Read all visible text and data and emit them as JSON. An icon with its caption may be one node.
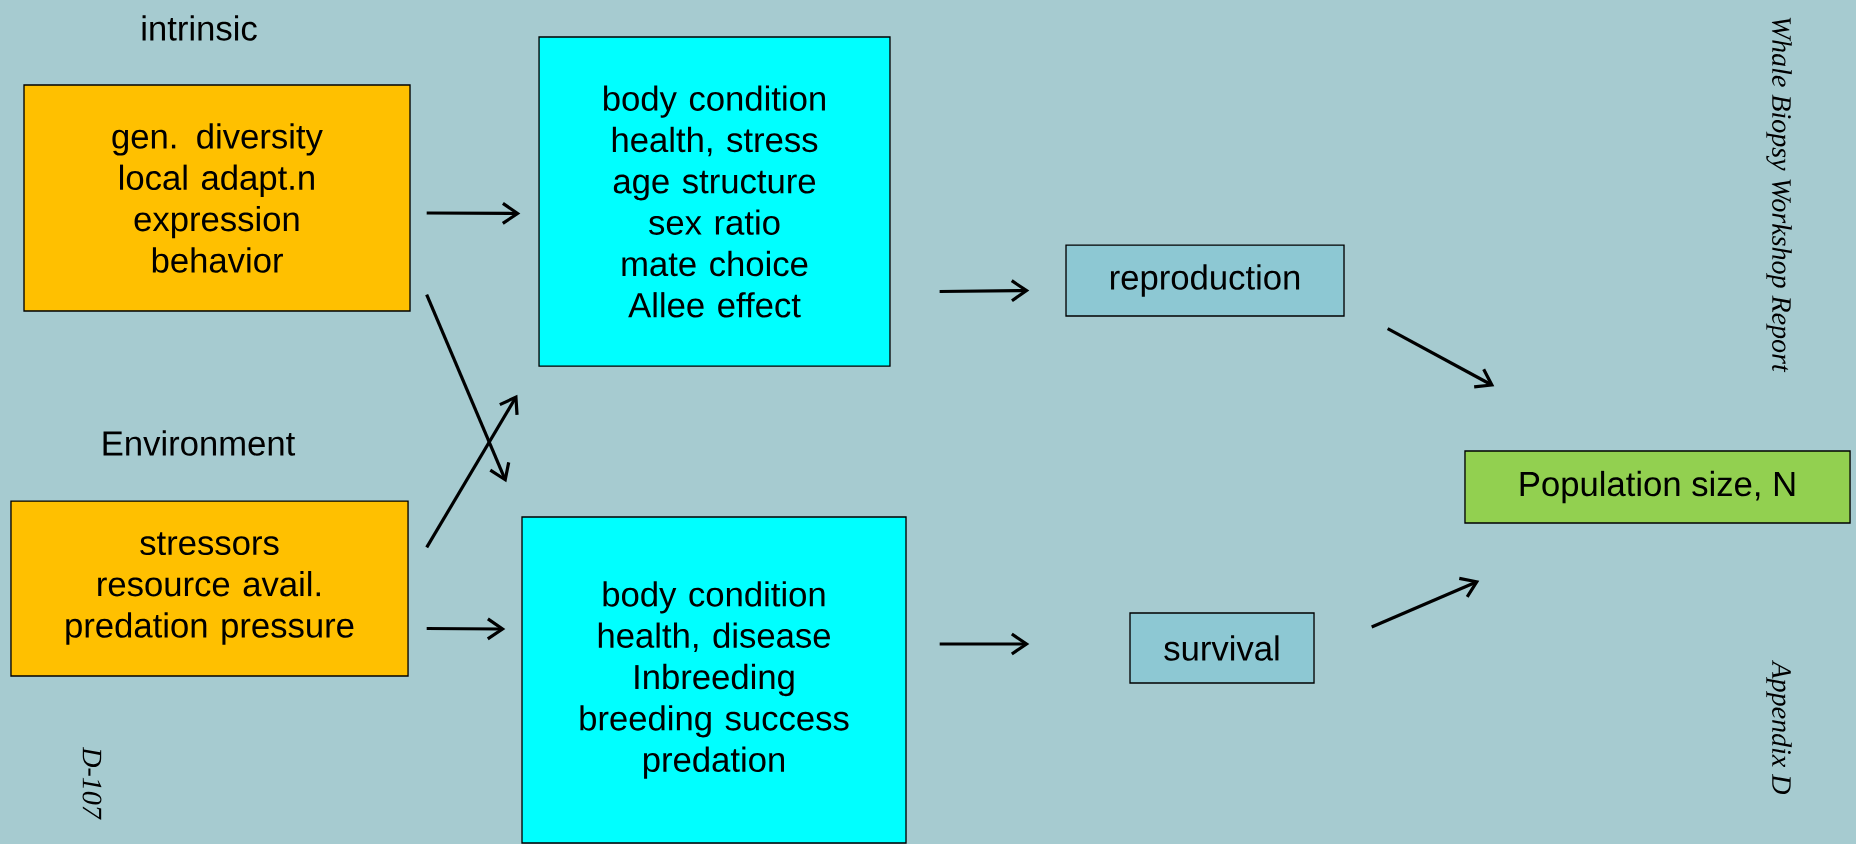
{
  "diagram": {
    "nodes": [
      {
        "text": [
          "intrinsic",
          "gen. diversity local adapt.n expression behavior"
        ]
      },
      {
        "text": [
          "Environment",
          "stressors resource avail. predation pressure"
        ]
      },
      {
        "text": [
          "body condition health, stress age structure sex ratio mate choice Allee effect"
        ]
      },
      {
        "text": [
          "body condition health, disease Inbreeding breeding success predation"
        ]
      },
      {
        "text": [
          "reproduction"
        ]
      },
      {
        "text": [
          "survival"
        ]
      },
      {
        "text": [
          "Population size, N"
        ]
      }
    ],
    "edges": [
      {
        "from": 0,
        "to": 2,
        "arrow": "to"
      },
      {
        "from": 0,
        "to": 3,
        "arrow": "to"
      },
      {
        "from": 1,
        "to": 2,
        "arrow": "to"
      },
      {
        "from": 1,
        "to": 3,
        "arrow": "to"
      },
      {
        "from": 2,
        "to": 4,
        "arrow": "to"
      },
      {
        "from": 3,
        "to": 5,
        "arrow": "to"
      },
      {
        "from": 4,
        "to": 6,
        "arrow": "to"
      },
      {
        "from": 5,
        "to": 6,
        "arrow": "to"
      }
    ],
    "labels": [
      "Whale Biopsy Workshop Report",
      "Appendix D",
      "D-107"
    ]
  }
}
